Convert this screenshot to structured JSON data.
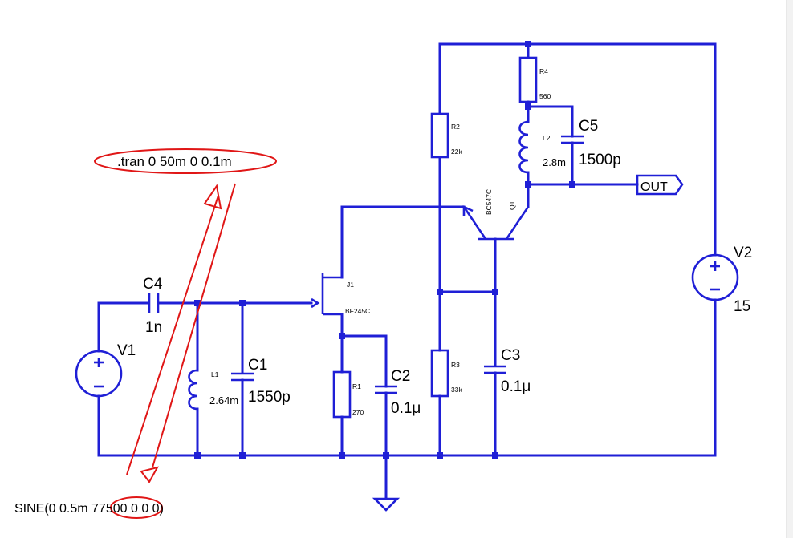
{
  "directives": {
    "tran": ".tran 0 50m 0 0.1m",
    "sine_prefix": "SINE(0 0.5m ",
    "sine_freq": "77500",
    "sine_suffix": " 0 0 0)"
  },
  "components": {
    "V1": {
      "name": "V1"
    },
    "V2": {
      "name": "V2",
      "value": "15"
    },
    "C4": {
      "name": "C4",
      "value": "1n"
    },
    "L1": {
      "name": "L1",
      "value": "2.64m"
    },
    "C1": {
      "name": "C1",
      "value": "1550p"
    },
    "J1": {
      "name": "J1",
      "model": "BF245C"
    },
    "R1": {
      "name": "R1",
      "value": "270"
    },
    "C2": {
      "name": "C2",
      "value": "0.1μ"
    },
    "R2": {
      "name": "R2",
      "value": "22k"
    },
    "R3": {
      "name": "R3",
      "value": "33k"
    },
    "C3": {
      "name": "C3",
      "value": "0.1μ"
    },
    "Q1": {
      "name": "Q1",
      "model": "BC547C"
    },
    "R4": {
      "name": "R4",
      "value": "560"
    },
    "L2": {
      "name": "L2",
      "value": "2.8m"
    },
    "C5": {
      "name": "C5",
      "value": "1500p"
    }
  },
  "output_port": {
    "label": "OUT"
  },
  "colors": {
    "wire": "#1f1fd6",
    "annotation": "#e01616"
  }
}
